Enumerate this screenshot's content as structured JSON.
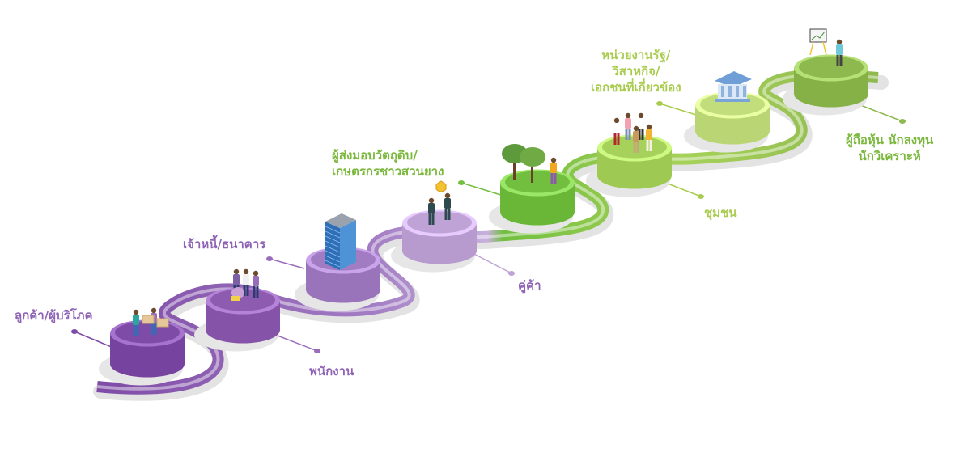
{
  "diagram": {
    "title": "",
    "colors": {
      "purple_dark": "#7e4ba6",
      "purple_mid": "#9a6dbb",
      "purple_light": "#bfa3d6",
      "green_bright": "#72bf3f",
      "green_light": "#b5d86a",
      "green_olive": "#8eb94f",
      "label_purple": "#8e62b4",
      "label_green": "#7ab83c",
      "label_green_light": "#a9cc4f"
    },
    "stakeholders": [
      {
        "id": "customers",
        "label": "ลูกค้า/ผู้บริโภค",
        "icon": "people-carrying-boxes-icon",
        "color": "#7e4ba6"
      },
      {
        "id": "employees",
        "label": "พนักงาน",
        "icon": "team-with-piggy-bank-icon",
        "color": "#8d5cb1"
      },
      {
        "id": "creditors",
        "label": "เจ้าหนี้/ธนาคาร",
        "icon": "office-building-icon",
        "color": "#a27cc3"
      },
      {
        "id": "partners",
        "label": "คู่ค้า",
        "icon": "handshake-icon",
        "color": "#bfa3d6"
      },
      {
        "id": "suppliers",
        "label": "ผู้ส่งมอบวัตถุดิบ/\nเกษตรกรชาวสวนยาง",
        "icon": "trees-farmer-icon",
        "color": "#72bf3f"
      },
      {
        "id": "community",
        "label": "ชุมชน",
        "icon": "community-people-icon",
        "color": "#a6d15a"
      },
      {
        "id": "government",
        "label": "หน่วยงานรัฐ/\nวิสาหกิจ/\nเอกชนที่เกี่ยวข้อง",
        "icon": "government-building-icon",
        "color": "#c2dd7c"
      },
      {
        "id": "shareholders",
        "label": "ผู้ถือหุ้น นักลงทุน\nนักวิเคราะห์",
        "icon": "presenter-chart-icon",
        "color": "#8eb94f"
      }
    ]
  }
}
